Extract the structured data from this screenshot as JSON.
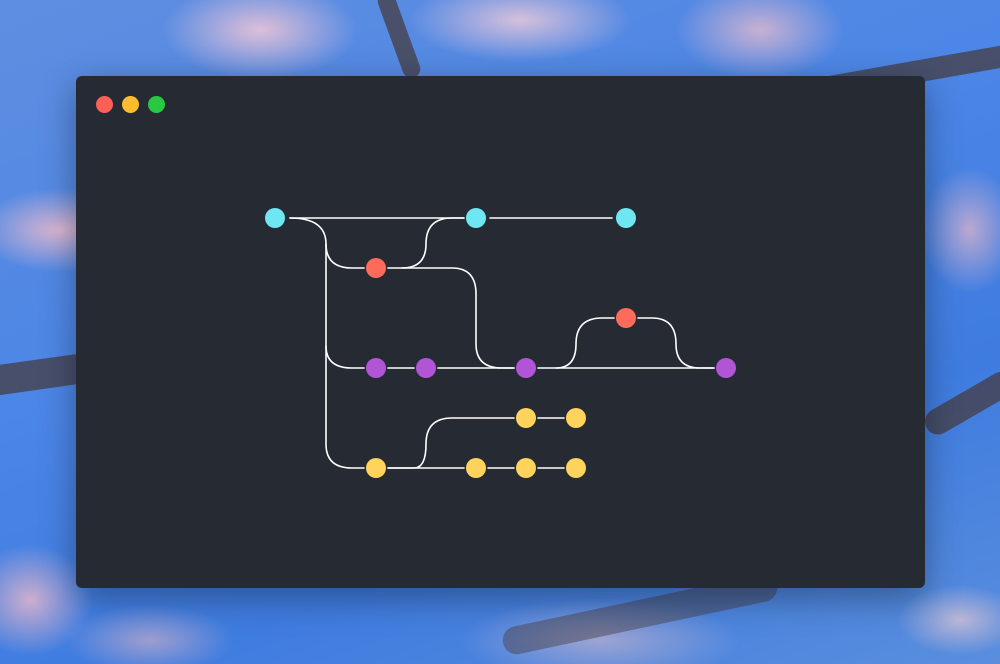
{
  "window": {
    "buttons": [
      {
        "name": "close",
        "color": "#fe5f57"
      },
      {
        "name": "minimize",
        "color": "#febc2e"
      },
      {
        "name": "maximize",
        "color": "#28c840"
      }
    ],
    "background": "#252a33"
  },
  "graph": {
    "line_color": "#ffffff",
    "branch_colors": {
      "main": "#6ee7f2",
      "hotfix": "#fe6b5a",
      "develop": "#b155d6",
      "feature": "#ffd35c"
    }
  }
}
